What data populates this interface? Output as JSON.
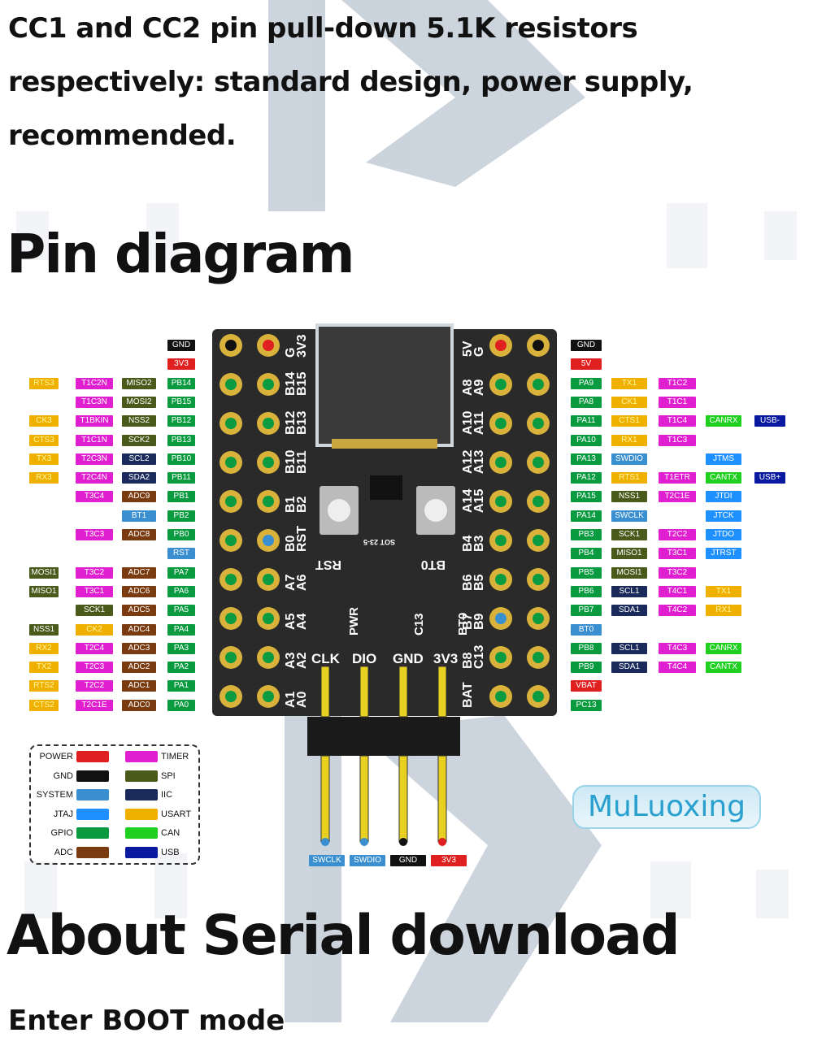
{
  "intro_lines": [
    "CC1 and CC2 pin pull-down 5.1K resistors",
    "respectively: standard design, power supply,",
    "recommended."
  ],
  "heading_pins": "Pin diagram",
  "heading_serial": "About Serial download",
  "footer_cut": "Enter BOOT mode",
  "brand": "MuLuoxing",
  "colors": {
    "power": "#e02020",
    "gnd": "#111111",
    "system": "#3a8fd0",
    "jtag": "#1e90ff",
    "gpio": "#0a9a40",
    "adc": "#7a3b10",
    "timer": "#e020d0",
    "spi": "#4a5a1a",
    "iic": "#1a2a5a",
    "usart": "#f0b000",
    "can": "#20d020",
    "usb": "#0a1aa0"
  },
  "legend": [
    {
      "label": "POWER",
      "cat": "power"
    },
    {
      "label": "TIMER",
      "cat": "timer"
    },
    {
      "label": "GND",
      "cat": "gnd"
    },
    {
      "label": "SPI",
      "cat": "spi"
    },
    {
      "label": "SYSTEM",
      "cat": "system"
    },
    {
      "label": "IIC",
      "cat": "iic"
    },
    {
      "label": "JTAJ",
      "cat": "jtag"
    },
    {
      "label": "USART",
      "cat": "usart"
    },
    {
      "label": "GPIO",
      "cat": "gpio"
    },
    {
      "label": "CAN",
      "cat": "can"
    },
    {
      "label": "ADC",
      "cat": "adc"
    },
    {
      "label": "USB",
      "cat": "usb"
    }
  ],
  "board": {
    "left_outer": [
      "G",
      "B14",
      "B15",
      "B12",
      "B13",
      "B10",
      "B11",
      "B1",
      "B2",
      "B0",
      "RST",
      "A7",
      "A6",
      "A5",
      "A4",
      "A3",
      "A2",
      "A1",
      "A0"
    ],
    "left_inner_top": "3V3",
    "right_outer": [
      "5V",
      "G",
      "A8",
      "A9",
      "A10",
      "A11",
      "A12",
      "A13",
      "A14",
      "A15",
      "B4",
      "B3",
      "B6",
      "B5",
      "B7",
      "B9",
      "B8",
      "C13",
      "BAT"
    ],
    "buttons": [
      "RST",
      "BT0"
    ],
    "leds": [
      "PWR",
      "C13",
      "BT0"
    ],
    "swd": [
      "CLK",
      "DIO",
      "GND",
      "3V3"
    ],
    "ic_mark": "SOT 23-5"
  },
  "left_rows": [
    [
      {
        "t": "GND",
        "c": "gnd"
      }
    ],
    [
      {
        "t": "3V3",
        "c": "power"
      }
    ],
    [
      {
        "t": "RTS3",
        "c": "usart"
      },
      {
        "t": "T1C2N",
        "c": "timer"
      },
      {
        "t": "MISO2",
        "c": "spi"
      },
      {
        "t": "PB14",
        "c": "gpio"
      }
    ],
    [
      {
        "t": "T1C3N",
        "c": "timer"
      },
      {
        "t": "MOSI2",
        "c": "spi"
      },
      {
        "t": "PB15",
        "c": "gpio"
      }
    ],
    [
      {
        "t": "CK3",
        "c": "usart"
      },
      {
        "t": "T1BKIN",
        "c": "timer"
      },
      {
        "t": "NSS2",
        "c": "spi"
      },
      {
        "t": "PB12",
        "c": "gpio"
      }
    ],
    [
      {
        "t": "CTS3",
        "c": "usart"
      },
      {
        "t": "T1C1N",
        "c": "timer"
      },
      {
        "t": "SCK2",
        "c": "spi"
      },
      {
        "t": "PB13",
        "c": "gpio"
      }
    ],
    [
      {
        "t": "TX3",
        "c": "usart"
      },
      {
        "t": "T2C3N",
        "c": "timer"
      },
      {
        "t": "SCL2",
        "c": "iic"
      },
      {
        "t": "PB10",
        "c": "gpio"
      }
    ],
    [
      {
        "t": "RX3",
        "c": "usart"
      },
      {
        "t": "T2C4N",
        "c": "timer"
      },
      {
        "t": "SDA2",
        "c": "iic"
      },
      {
        "t": "PB11",
        "c": "gpio"
      }
    ],
    [
      {
        "t": "T3C4",
        "c": "timer"
      },
      {
        "t": "ADC9",
        "c": "adc"
      },
      {
        "t": "PB1",
        "c": "gpio"
      }
    ],
    [
      {
        "t": "BT1",
        "c": "system"
      },
      {
        "t": "PB2",
        "c": "gpio"
      }
    ],
    [
      {
        "t": "T3C3",
        "c": "timer"
      },
      {
        "t": "ADC8",
        "c": "adc"
      },
      {
        "t": "PB0",
        "c": "gpio"
      }
    ],
    [
      {
        "t": "RST",
        "c": "system"
      }
    ],
    [
      {
        "t": "MOSI1",
        "c": "spi"
      },
      {
        "t": "T3C2",
        "c": "timer"
      },
      {
        "t": "ADC7",
        "c": "adc"
      },
      {
        "t": "PA7",
        "c": "gpio"
      }
    ],
    [
      {
        "t": "MISO1",
        "c": "spi"
      },
      {
        "t": "T3C1",
        "c": "timer"
      },
      {
        "t": "ADC6",
        "c": "adc"
      },
      {
        "t": "PA6",
        "c": "gpio"
      }
    ],
    [
      {
        "t": "SCK1",
        "c": "spi"
      },
      {
        "t": "ADC5",
        "c": "adc"
      },
      {
        "t": "PA5",
        "c": "gpio"
      }
    ],
    [
      {
        "t": "NSS1",
        "c": "spi"
      },
      {
        "t": "CK2",
        "c": "usart"
      },
      {
        "t": "ADC4",
        "c": "adc"
      },
      {
        "t": "PA4",
        "c": "gpio"
      }
    ],
    [
      {
        "t": "RX2",
        "c": "usart"
      },
      {
        "t": "T2C4",
        "c": "timer"
      },
      {
        "t": "ADC3",
        "c": "adc"
      },
      {
        "t": "PA3",
        "c": "gpio"
      }
    ],
    [
      {
        "t": "TX2",
        "c": "usart"
      },
      {
        "t": "T2C3",
        "c": "timer"
      },
      {
        "t": "ADC2",
        "c": "adc"
      },
      {
        "t": "PA2",
        "c": "gpio"
      }
    ],
    [
      {
        "t": "RTS2",
        "c": "usart"
      },
      {
        "t": "T2C2",
        "c": "timer"
      },
      {
        "t": "ADC1",
        "c": "adc"
      },
      {
        "t": "PA1",
        "c": "gpio"
      }
    ],
    [
      {
        "t": "CTS2",
        "c": "usart"
      },
      {
        "t": "T2C1E",
        "c": "timer"
      },
      {
        "t": "ADC0",
        "c": "adc"
      },
      {
        "t": "PA0",
        "c": "gpio"
      }
    ]
  ],
  "right_rows": [
    [
      {
        "t": "GND",
        "c": "gnd"
      }
    ],
    [
      {
        "t": "5V",
        "c": "power"
      }
    ],
    [
      {
        "t": "PA9",
        "c": "gpio"
      },
      {
        "t": "TX1",
        "c": "usart"
      },
      {
        "t": "T1C2",
        "c": "timer"
      }
    ],
    [
      {
        "t": "PA8",
        "c": "gpio"
      },
      {
        "t": "CK1",
        "c": "usart"
      },
      {
        "t": "T1C1",
        "c": "timer"
      }
    ],
    [
      {
        "t": "PA11",
        "c": "gpio"
      },
      {
        "t": "CTS1",
        "c": "usart"
      },
      {
        "t": "T1C4",
        "c": "timer"
      },
      {
        "t": "CANRX",
        "c": "can"
      },
      {
        "t": "USB-",
        "c": "usb"
      }
    ],
    [
      {
        "t": "PA10",
        "c": "gpio"
      },
      {
        "t": "RX1",
        "c": "usart"
      },
      {
        "t": "T1C3",
        "c": "timer"
      }
    ],
    [
      {
        "t": "PA13",
        "c": "gpio"
      },
      {
        "t": "SWDIO",
        "c": "system"
      },
      {
        "t": "",
        "c": ""
      },
      {
        "t": "JTMS",
        "c": "jtag"
      }
    ],
    [
      {
        "t": "PA12",
        "c": "gpio"
      },
      {
        "t": "RTS1",
        "c": "usart"
      },
      {
        "t": "T1ETR",
        "c": "timer"
      },
      {
        "t": "CANTX",
        "c": "can"
      },
      {
        "t": "USB+",
        "c": "usb"
      }
    ],
    [
      {
        "t": "PA15",
        "c": "gpio"
      },
      {
        "t": "NSS1",
        "c": "spi"
      },
      {
        "t": "T2C1E",
        "c": "timer"
      },
      {
        "t": "JTDI",
        "c": "jtag"
      }
    ],
    [
      {
        "t": "PA14",
        "c": "gpio"
      },
      {
        "t": "SWCLK",
        "c": "system"
      },
      {
        "t": "",
        "c": ""
      },
      {
        "t": "JTCK",
        "c": "jtag"
      }
    ],
    [
      {
        "t": "PB3",
        "c": "gpio"
      },
      {
        "t": "SCK1",
        "c": "spi"
      },
      {
        "t": "T2C2",
        "c": "timer"
      },
      {
        "t": "JTDO",
        "c": "jtag"
      }
    ],
    [
      {
        "t": "PB4",
        "c": "gpio"
      },
      {
        "t": "MISO1",
        "c": "spi"
      },
      {
        "t": "T3C1",
        "c": "timer"
      },
      {
        "t": "JTRST",
        "c": "jtag"
      }
    ],
    [
      {
        "t": "PB5",
        "c": "gpio"
      },
      {
        "t": "MOSI1",
        "c": "spi"
      },
      {
        "t": "T3C2",
        "c": "timer"
      }
    ],
    [
      {
        "t": "PB6",
        "c": "gpio"
      },
      {
        "t": "SCL1",
        "c": "iic"
      },
      {
        "t": "T4C1",
        "c": "timer"
      },
      {
        "t": "TX1",
        "c": "usart"
      }
    ],
    [
      {
        "t": "PB7",
        "c": "gpio"
      },
      {
        "t": "SDA1",
        "c": "iic"
      },
      {
        "t": "T4C2",
        "c": "timer"
      },
      {
        "t": "RX1",
        "c": "usart"
      }
    ],
    [
      {
        "t": "BT0",
        "c": "system"
      }
    ],
    [
      {
        "t": "PB8",
        "c": "gpio"
      },
      {
        "t": "SCL1",
        "c": "iic"
      },
      {
        "t": "T4C3",
        "c": "timer"
      },
      {
        "t": "CANRX",
        "c": "can"
      }
    ],
    [
      {
        "t": "PB9",
        "c": "gpio"
      },
      {
        "t": "SDA1",
        "c": "iic"
      },
      {
        "t": "T4C4",
        "c": "timer"
      },
      {
        "t": "CANTX",
        "c": "can"
      }
    ],
    [
      {
        "t": "VBAT",
        "c": "power"
      }
    ],
    [
      {
        "t": "PC13",
        "c": "gpio"
      }
    ]
  ],
  "bottom_labels": [
    {
      "t": "SWCLK",
      "c": "system"
    },
    {
      "t": "SWDIO",
      "c": "system"
    },
    {
      "t": "GND",
      "c": "gnd"
    },
    {
      "t": "3V3",
      "c": "power"
    }
  ]
}
